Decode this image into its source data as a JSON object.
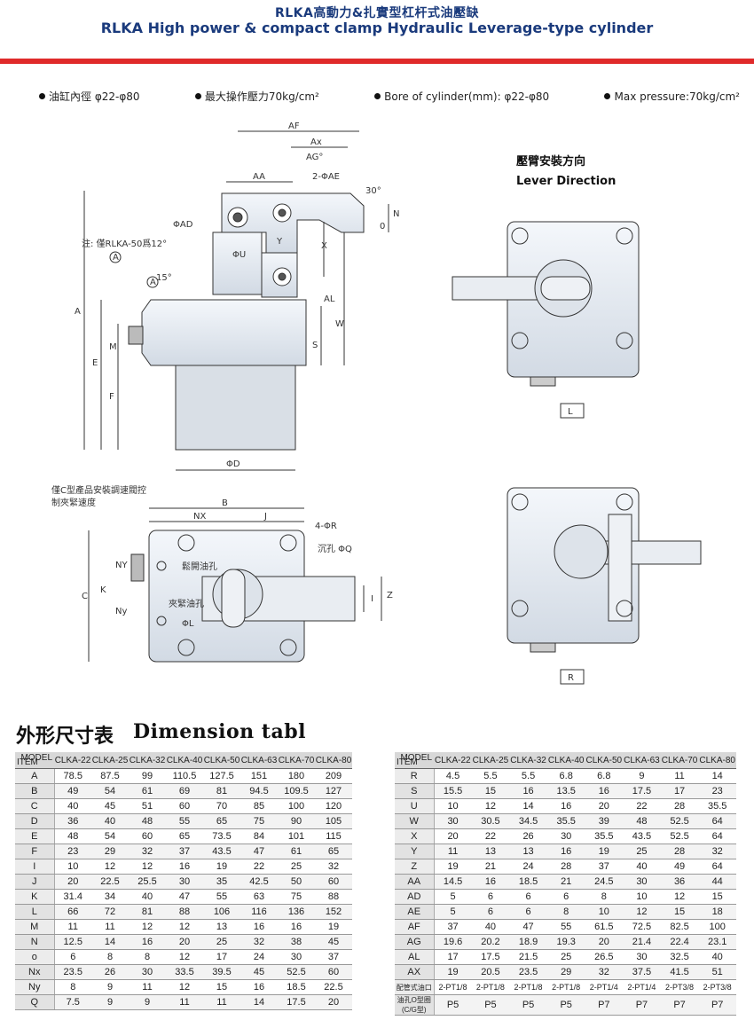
{
  "header": {
    "title_cn": "RLKA高動力&扎實型杠杆式油壓缺",
    "title_en": "RLKA High power & compact clamp Hydraulic Leverage-type cylinder"
  },
  "specs": [
    "油缸內徑 φ22-φ80",
    "最大操作壓力70kg/cm²",
    "Bore of cylinder(mm): φ22-φ80",
    "Max pressure:70kg/cm²"
  ],
  "drawing": {
    "lever_direction_cn": "壓臂安裝方向",
    "lever_direction_en": "Lever Direction",
    "view_l": "L",
    "view_r": "R",
    "note_rlka": "注: 僅RLKA-50爲12°",
    "note_c_type": "僅C型產品安裝調速閥控",
    "note_c_type2": "制夾緊速度",
    "label_release": "鬆開油孔",
    "label_clamp": "夾緊油孔",
    "label_counterbore": "沉孔 ΦQ",
    "label_4r": "4-ΦR",
    "label_2ae": "2-ΦAE",
    "label_ad": "ΦAD",
    "label_u": "ΦU",
    "label_d": "ΦD",
    "label_l": "ΦL",
    "label_a_circle": "A",
    "label_15": "15°",
    "label_30": "30°",
    "dims": [
      "AF",
      "Ax",
      "AG°",
      "AA",
      "Y",
      "X",
      "N",
      "0",
      "AL",
      "W",
      "S",
      "A",
      "E",
      "M",
      "F",
      "B",
      "NX",
      "J",
      "C",
      "NY",
      "K",
      "Ny",
      "I",
      "Z"
    ]
  },
  "table_heading_cn": "外形尺寸表",
  "table_heading_en": "Dimension tabl",
  "table_corner": {
    "model": "MODEL",
    "item": "ITEM"
  },
  "models": [
    "CLKA-22",
    "CLKA-25",
    "CLKA-32",
    "CLKA-40",
    "CLKA-50",
    "CLKA-63",
    "CLKA-70",
    "CLKA-80"
  ],
  "table_left": [
    [
      "A",
      "78.5",
      "87.5",
      "99",
      "110.5",
      "127.5",
      "151",
      "180",
      "209"
    ],
    [
      "B",
      "49",
      "54",
      "61",
      "69",
      "81",
      "94.5",
      "109.5",
      "127"
    ],
    [
      "C",
      "40",
      "45",
      "51",
      "60",
      "70",
      "85",
      "100",
      "120"
    ],
    [
      "D",
      "36",
      "40",
      "48",
      "55",
      "65",
      "75",
      "90",
      "105"
    ],
    [
      "E",
      "48",
      "54",
      "60",
      "65",
      "73.5",
      "84",
      "101",
      "115"
    ],
    [
      "F",
      "23",
      "29",
      "32",
      "37",
      "43.5",
      "47",
      "61",
      "65"
    ],
    [
      "I",
      "10",
      "12",
      "12",
      "16",
      "19",
      "22",
      "25",
      "32"
    ],
    [
      "J",
      "20",
      "22.5",
      "25.5",
      "30",
      "35",
      "42.5",
      "50",
      "60"
    ],
    [
      "K",
      "31.4",
      "34",
      "40",
      "47",
      "55",
      "63",
      "75",
      "88"
    ],
    [
      "L",
      "66",
      "72",
      "81",
      "88",
      "106",
      "116",
      "136",
      "152"
    ],
    [
      "M",
      "11",
      "11",
      "12",
      "12",
      "13",
      "16",
      "16",
      "19"
    ],
    [
      "N",
      "12.5",
      "14",
      "16",
      "20",
      "25",
      "32",
      "38",
      "45"
    ],
    [
      "o",
      "6",
      "8",
      "8",
      "12",
      "17",
      "24",
      "30",
      "37"
    ],
    [
      "Nx",
      "23.5",
      "26",
      "30",
      "33.5",
      "39.5",
      "45",
      "52.5",
      "60"
    ],
    [
      "Ny",
      "8",
      "9",
      "11",
      "12",
      "15",
      "16",
      "18.5",
      "22.5"
    ],
    [
      "Q",
      "7.5",
      "9",
      "9",
      "11",
      "11",
      "14",
      "17.5",
      "20"
    ]
  ],
  "table_right": [
    [
      "R",
      "4.5",
      "5.5",
      "5.5",
      "6.8",
      "6.8",
      "9",
      "11",
      "14"
    ],
    [
      "S",
      "15.5",
      "15",
      "16",
      "13.5",
      "16",
      "17.5",
      "17",
      "23"
    ],
    [
      "U",
      "10",
      "12",
      "14",
      "16",
      "20",
      "22",
      "28",
      "35.5"
    ],
    [
      "W",
      "30",
      "30.5",
      "34.5",
      "35.5",
      "39",
      "48",
      "52.5",
      "64"
    ],
    [
      "X",
      "20",
      "22",
      "26",
      "30",
      "35.5",
      "43.5",
      "52.5",
      "64"
    ],
    [
      "Y",
      "11",
      "13",
      "13",
      "16",
      "19",
      "25",
      "28",
      "32"
    ],
    [
      "Z",
      "19",
      "21",
      "24",
      "28",
      "37",
      "40",
      "49",
      "64"
    ],
    [
      "AA",
      "14.5",
      "16",
      "18.5",
      "21",
      "24.5",
      "30",
      "36",
      "44"
    ],
    [
      "AD",
      "5",
      "6",
      "6",
      "6",
      "8",
      "10",
      "12",
      "15"
    ],
    [
      "AE",
      "5",
      "6",
      "6",
      "8",
      "10",
      "12",
      "15",
      "18"
    ],
    [
      "AF",
      "37",
      "40",
      "47",
      "55",
      "61.5",
      "72.5",
      "82.5",
      "100"
    ],
    [
      "AG",
      "19.6",
      "20.2",
      "18.9",
      "19.3",
      "20",
      "21.4",
      "22.4",
      "23.1"
    ],
    [
      "AL",
      "17",
      "17.5",
      "21.5",
      "25",
      "26.5",
      "30",
      "32.5",
      "40"
    ],
    [
      "AX",
      "19",
      "20.5",
      "23.5",
      "29",
      "32",
      "37.5",
      "41.5",
      "51"
    ],
    [
      "配管式油口",
      "2-PT1/8",
      "2-PT1/8",
      "2-PT1/8",
      "2-PT1/8",
      "2-PT1/4",
      "2-PT1/4",
      "2-PT3/8",
      "2-PT3/8"
    ],
    [
      "油孔O型圈(C/G型)",
      "P5",
      "P5",
      "P5",
      "P5",
      "P7",
      "P7",
      "P7",
      "P7"
    ]
  ]
}
